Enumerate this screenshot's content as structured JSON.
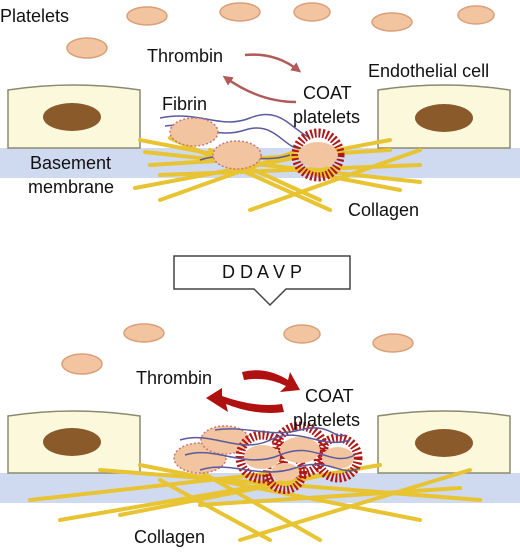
{
  "labels": {
    "platelets": "Platelets",
    "thrombin_top": "Thrombin",
    "coat_top_1": "COAT",
    "coat_top_2": "platelets",
    "endothelial": "Endothelial cell",
    "fibrin": "Fibrin",
    "basement_1": "Basement",
    "basement_2": "membrane",
    "collagen_top": "Collagen",
    "ddavp": "D D A V P",
    "thrombin_bottom": "Thrombin",
    "coat_bottom_1": "COAT",
    "coat_bottom_2": "platelets",
    "collagen_bottom": "Collagen"
  },
  "colors": {
    "platelet_fill": "#f2c4a0",
    "platelet_stroke": "#d9a07a",
    "cell_fill": "#fbf8dc",
    "cell_stroke": "#8a8a70",
    "nucleus": "#8b5a2b",
    "membrane": "#cfdaf0",
    "collagen": "#e8c432",
    "collagen_edge": "#b89a10",
    "fibrin": "#5a5aa0",
    "coat_spike": "#b01818",
    "arrow_light": "#b05a5a",
    "arrow_dark": "#b01010"
  }
}
